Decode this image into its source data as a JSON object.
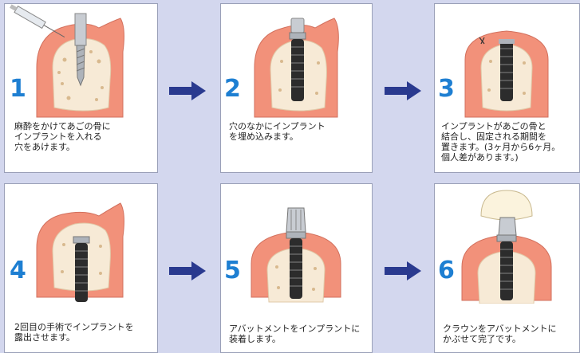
{
  "colors": {
    "background": "#d3d7ee",
    "step_number": "#1e7fd2",
    "arrow": "#2a3a8f",
    "gum": "#f2917a",
    "bone": "#f7ead6",
    "implant": "#2c2c2c"
  },
  "steps": [
    {
      "number": "1",
      "caption": "麻酔をかけてあごの骨に\nインプラントを入れる\n穴をあけます。",
      "illustration": "drill-and-syringe"
    },
    {
      "number": "2",
      "caption": "穴のなかにインプラント\nを埋め込みます。",
      "illustration": "implant-with-mount"
    },
    {
      "number": "3",
      "caption": "インプラントがあごの骨と\n結合し、固定される期間を\n置きます。(3ヶ月から6ヶ月。\n個人差があります。)",
      "illustration": "implant-healing-sutured"
    },
    {
      "number": "4",
      "caption": "2回目の手術でインプラントを\n露出させます。",
      "illustration": "implant-exposed"
    },
    {
      "number": "5",
      "caption": "アバットメントをインプラントに\n装着します。",
      "illustration": "abutment-attached"
    },
    {
      "number": "6",
      "caption": "クラウンをアバットメントに\nかぶせて完了です。",
      "illustration": "crown-placed"
    }
  ],
  "arrows": [
    "right-arrow",
    "right-arrow",
    "right-arrow",
    "right-arrow"
  ]
}
